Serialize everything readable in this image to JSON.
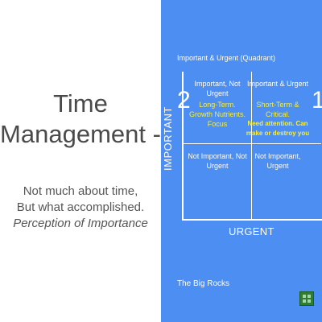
{
  "left": {
    "title_line1": "Time",
    "title_line2": "Management -",
    "subtitle_line1": "Not much about time,",
    "subtitle_line2": "But what accomplished.",
    "subtitle_line3": "Perception of Importance"
  },
  "right": {
    "heading": "Important & Urgent (Quadrant)",
    "axis_y_label": "IMPORTANT",
    "axis_x_label": "URGENT",
    "number_left": "2",
    "number_right": "1",
    "quadrants": {
      "q2": {
        "title_line1": "Important, Not",
        "title_line2": "Urgent",
        "note_line1": "Long-Term.",
        "note_line2": "Growth Nutrients.",
        "note_line3": "Focus"
      },
      "q1": {
        "title": "Important & Urgent",
        "note_line1": "Short-Term & Critical.",
        "note_line2": "Need attention. Can",
        "note_line3": "make or destroy you"
      },
      "q3": {
        "title_line1": "Not Important, Not",
        "title_line2": "Urgent"
      },
      "q4": {
        "title_line1": "Not Important,",
        "title_line2": "Urgent"
      }
    },
    "footer": "The Big Rocks",
    "icon": "grid-icon"
  },
  "colors": {
    "panel_blue": "#4d8ef2",
    "highlight_yellow": "#f5ef44",
    "title_gray": "#4a4a4a"
  }
}
